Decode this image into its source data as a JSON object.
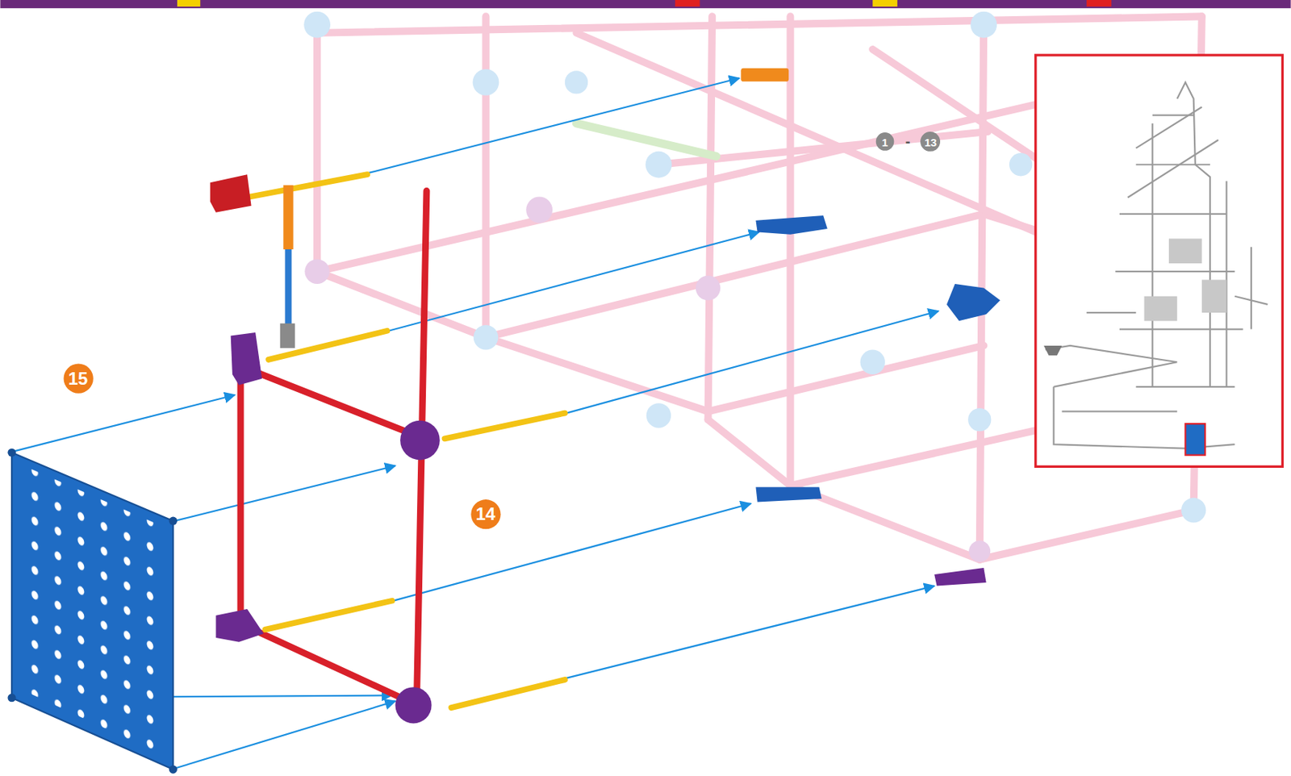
{
  "diagram": {
    "labels": [
      "15",
      "14",
      "1",
      "-",
      "13"
    ]
  }
}
